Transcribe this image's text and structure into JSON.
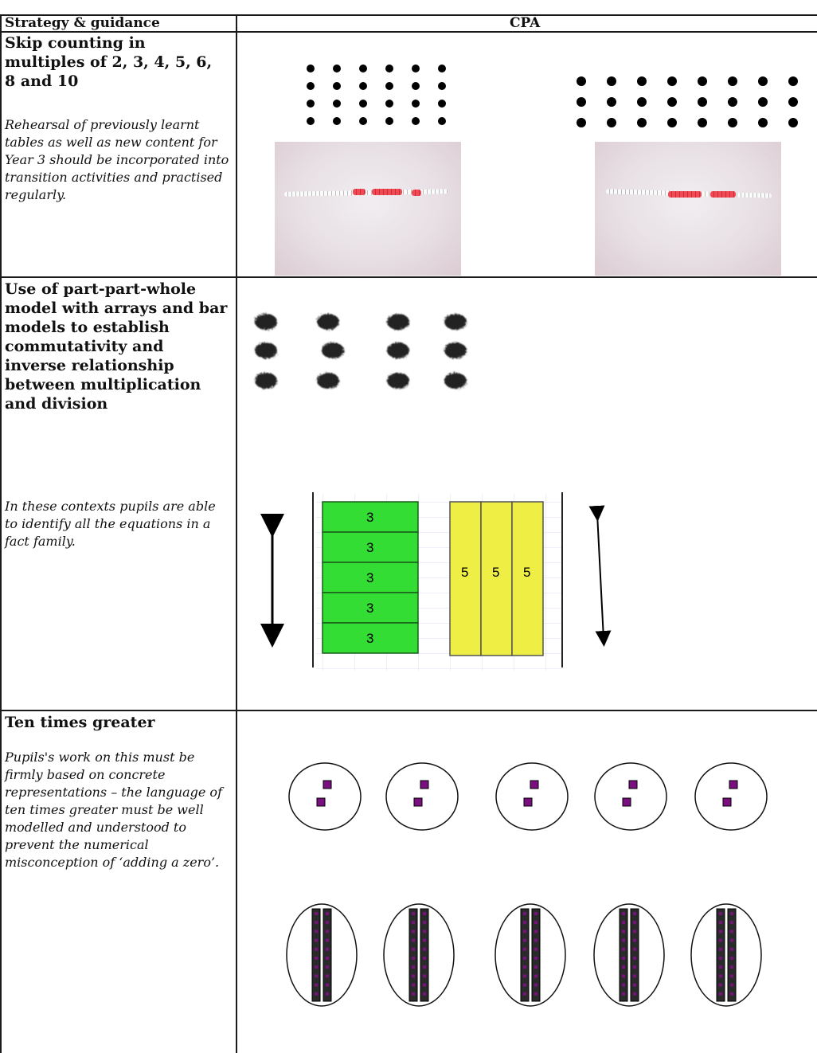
{
  "header": {
    "strategy_label": "Strategy & guidance",
    "cpa_label": "CPA"
  },
  "rows": [
    {
      "title": "Skip counting in multiples of 2, 3, 4, 5, 6, 8 and 10",
      "guidance": "Rehearsal of previously learnt tables as well as new content for Year 3 should be incorporated into transition activities and practised regularly."
    },
    {
      "title": "Use of part-part-whole model with arrays and bar models to establish commutativity and inverse relationship between multiplication and division",
      "guidance": "In these contexts pupils are able to identify all the equations in a fact family.",
      "bar_model": {
        "green_values": [
          "3",
          "3",
          "3",
          "3",
          "3"
        ],
        "yellow_values": [
          "5",
          "5",
          "5"
        ]
      }
    },
    {
      "title": "Ten times greater",
      "guidance": "Pupils's work on this must be firmly based on concrete representations – the language of ten times greater must be well modelled and understood to prevent the numerical misconception of ‘adding a zero’."
    }
  ],
  "colors": {
    "green_bar": "#33dd33",
    "yellow_bar": "#eeee44",
    "cube_purple": "#7a1080",
    "dot": "#000000"
  }
}
